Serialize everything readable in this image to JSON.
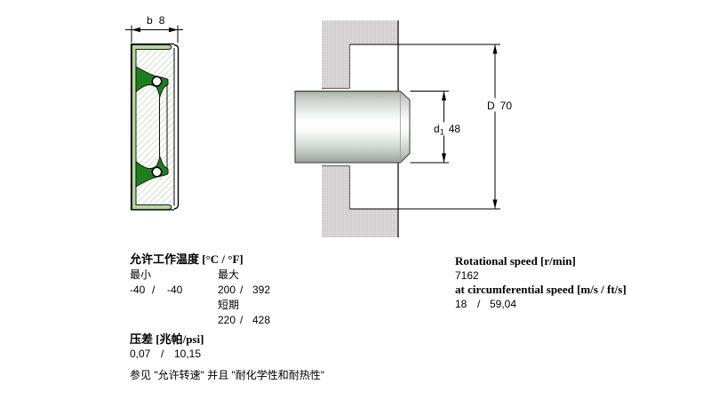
{
  "seal_diagram": {
    "dim_b_label": "b",
    "dim_b_value": "8"
  },
  "installation_diagram": {
    "dim_D_label": "D",
    "dim_D_value": "70",
    "dim_d1_label": "d",
    "dim_d1_sub": "1",
    "dim_d1_value": "48"
  },
  "temperature": {
    "header": "允许工作温度 [°C / °F]",
    "min_label": "最小",
    "max_label": "最大",
    "slash": "/",
    "min_c": "-40",
    "min_f": "-40",
    "max_c": "200",
    "max_f": "392",
    "short_term_label": "短期",
    "short_c": "220",
    "short_f": "428"
  },
  "pressure": {
    "header": "压差 [兆帕/psi]",
    "slash": "/",
    "mpa": "0,07",
    "psi": "10,15"
  },
  "note_text": "参见 \"允许转速\" 并且 \"耐化学性和耐热性\"",
  "speed": {
    "header": "Rotational speed [r/min]",
    "value": "7162",
    "sub_header": "at circumferential speed [m/s / ft/s]",
    "slash": "/",
    "ms": "18",
    "fts": "59,04"
  },
  "colors": {
    "casing_green": "#b2d89b",
    "lip_green": "#1e7e1e",
    "housing_gray": "#d6d2d3"
  }
}
